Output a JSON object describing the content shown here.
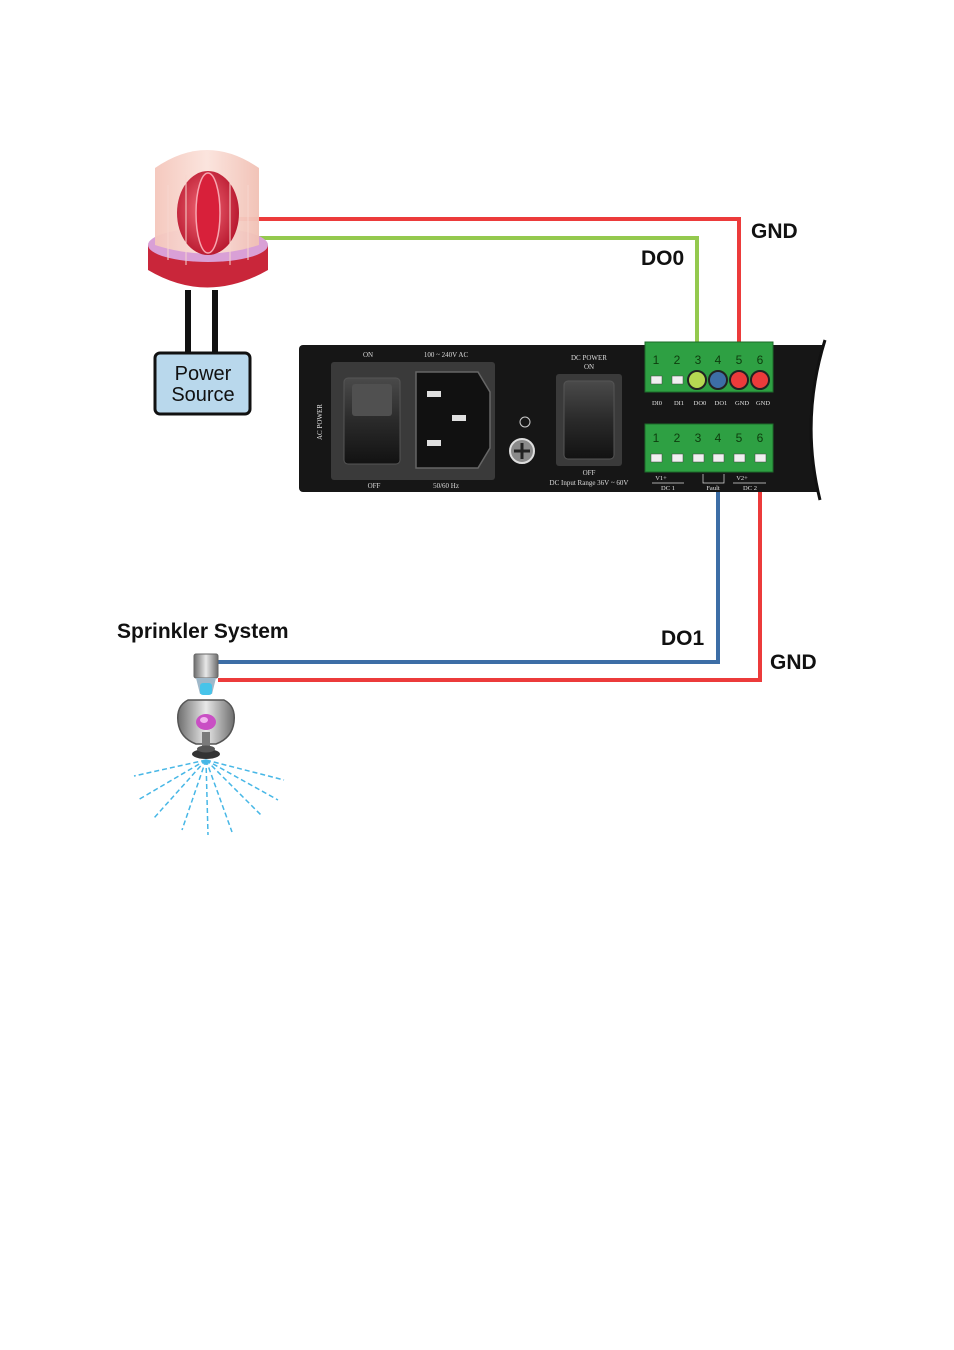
{
  "labels": {
    "gnd_top": "GND",
    "do0": "DO0",
    "do1": "DO1",
    "gnd_bottom": "GND",
    "sprinkler": "Sprinkler System",
    "power_source_line1": "Power",
    "power_source_line2": "Source"
  },
  "panel": {
    "ac_on": "ON",
    "ac_range": "100 ~ 240V AC",
    "ac_power": "AC POWER",
    "ac_off": "OFF",
    "ac_hz": "50/60 Hz",
    "dc_power": "DC POWER",
    "dc_on": "ON",
    "dc_off": "OFF",
    "dc_range": "DC Input Range 36V ~ 60V"
  },
  "top_terminal": {
    "pins": [
      "1",
      "2",
      "3",
      "4",
      "5",
      "6"
    ],
    "labels": [
      "DI0",
      "DI1",
      "DO0",
      "DO1",
      "GND",
      "GND"
    ]
  },
  "bottom_terminal": {
    "pins": [
      "1",
      "2",
      "3",
      "4",
      "5",
      "6"
    ],
    "v1": "V1+",
    "dc1": "DC 1",
    "fault": "Fault",
    "v2": "V2+",
    "dc2": "DC 2"
  },
  "colors": {
    "wire_gnd": "#ec3b3b",
    "wire_do0": "#94c94e",
    "wire_do1": "#3d6ea6",
    "terminal_green": "#2ea043",
    "panel_black": "#161616",
    "power_box": "#b9d8ec"
  }
}
